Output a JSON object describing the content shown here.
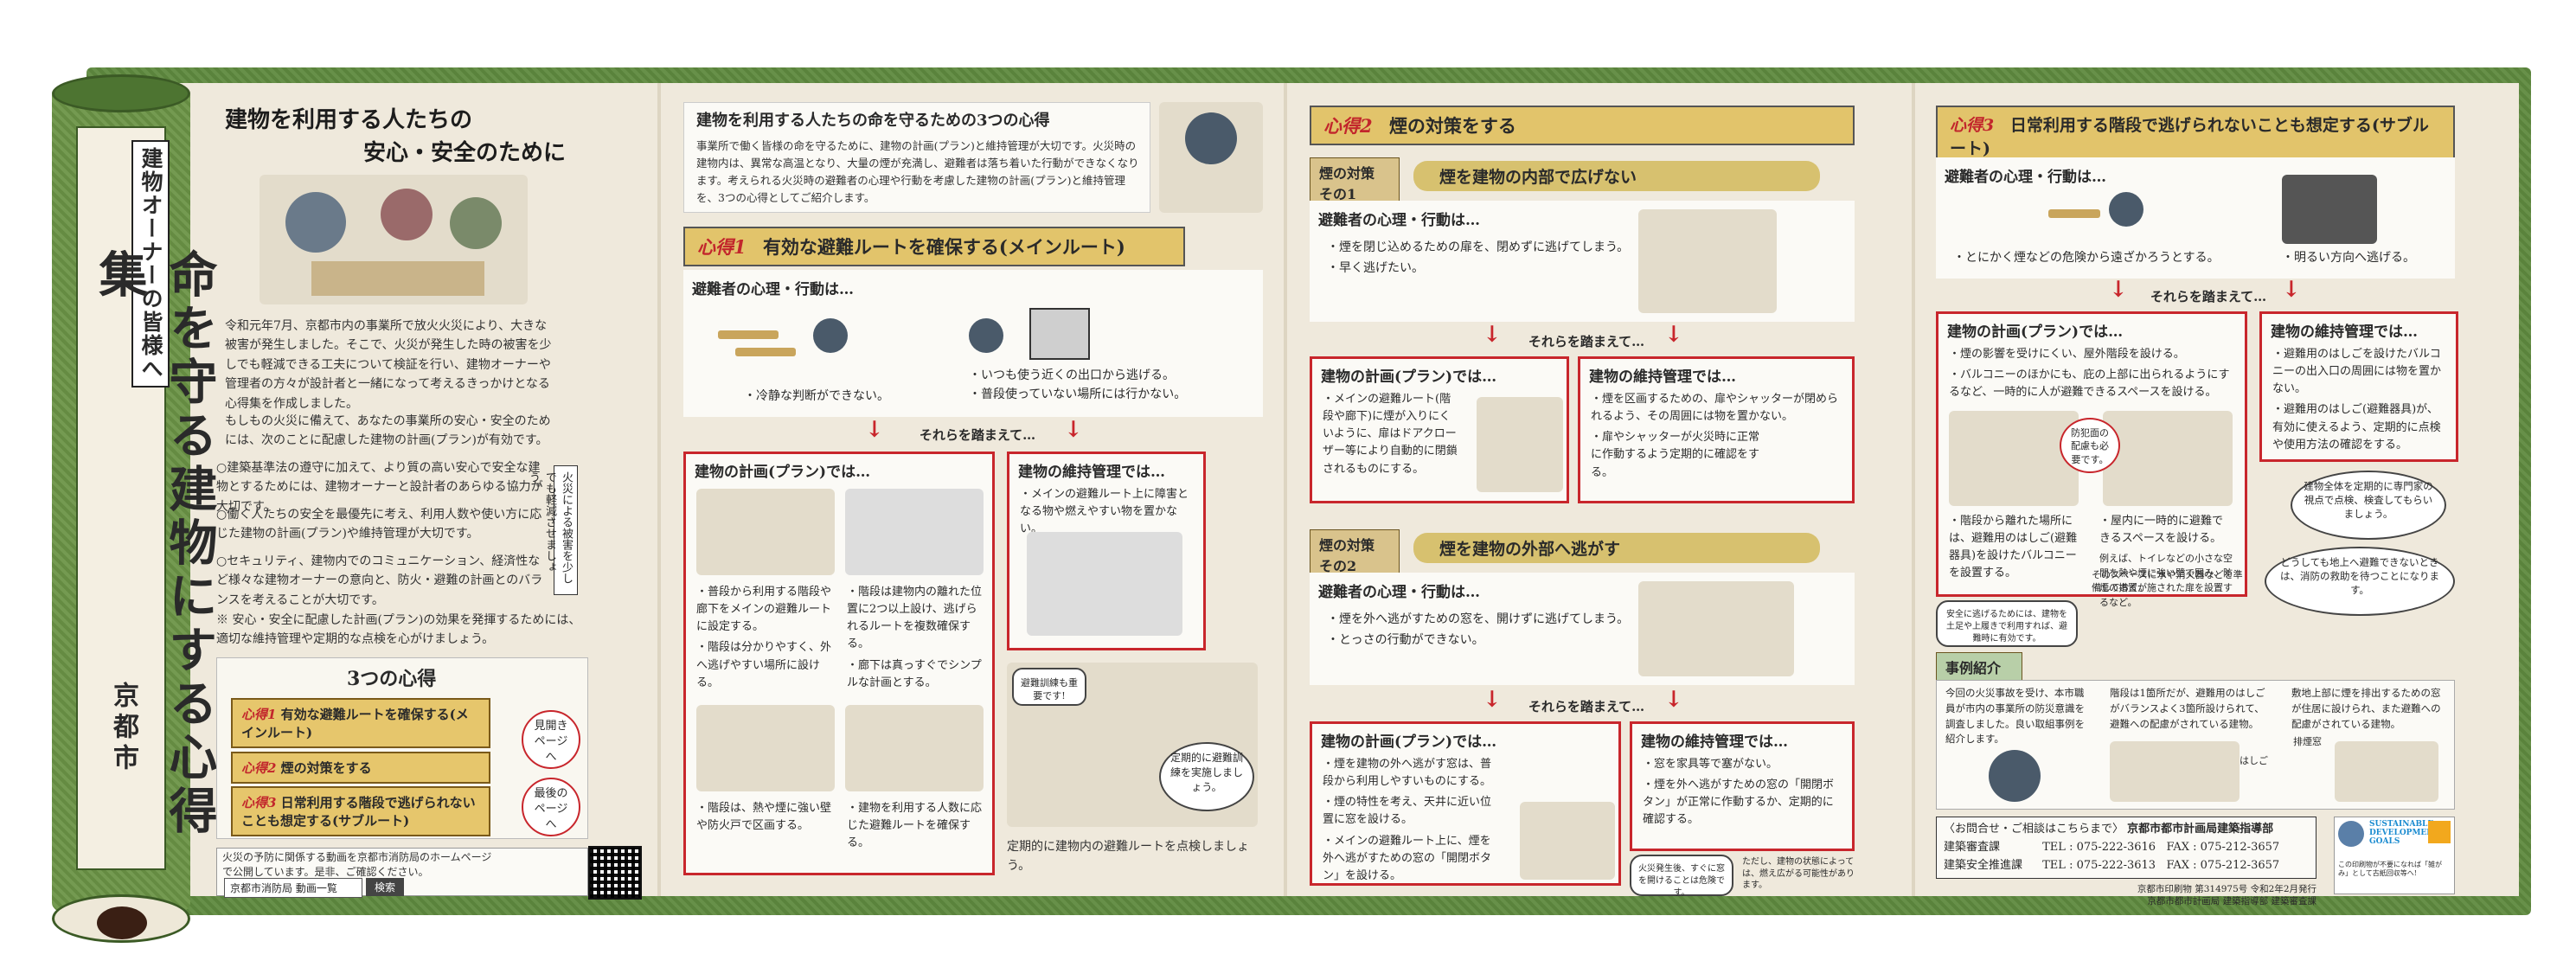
{
  "cover": {
    "subtitle": "建物オーナーの皆様へ",
    "title": "命を守る建物にする心得集",
    "city": "京都市"
  },
  "intro": {
    "heading_line1": "建物を利用する人たちの",
    "heading_line2": "安心・安全のために",
    "paragraph1": "令和元年7月、京都市内の事業所で放火火災により、大きな被害が発生しました。そこで、火災が発生した時の被害を少しでも軽減できる工夫について検証を行い、建物オーナーや管理者の方々が設計者と一緒になって考えるきっかけとなる心得集を作成しました。",
    "paragraph2": "もしもの火災に備えて、あなたの事業所の安心・安全のためには、次のことに配慮した建物の計画(プラン)が有効です。",
    "bullet1": "○建築基準法の遵守に加えて、より質の高い安心で安全な建物とするためには、建物オーナーと設計者のあらゆる協力が大切です。",
    "bullet2": "○働く人たちの安全を最優先に考え、利用人数や使い方に応じた建物の計画(プラン)や維持管理が大切です。",
    "bullet3": "○セキュリティ、建物内でのコミュニケーション、経済性など様々な建物オーナーの意向と、防火・避難の計画とのバランスを考えることが大切です。",
    "note": "※ 安心・安全に配慮した計画(プラン)の効果を発揮するためには、適切な維持管理や定期的な点検を心がけましょう。",
    "sign_text": "火災による被害を少しでも軽減させましょう。",
    "three_title": "3つの心得",
    "k1_label": "心得1",
    "k1_text": "有効な避難ルートを確保する(メインルート)",
    "k2_label": "心得2",
    "k2_text": "煙の対策をする",
    "k3_label": "心得3",
    "k3_text": "日常利用する階段で逃げられないことも想定する(サブルート)",
    "see_page": "見開きページへ",
    "see_last": "最後のページへ",
    "fire_note": "火災の予防に関係する動画を京都市消防局のホームページで公開しています。是非、ご確認ください。",
    "search_text": "京都市消防局 動画一覧",
    "search_btn": "検索"
  },
  "panel2": {
    "heading": "建物を利用する人たちの命を守るための3つの心得",
    "lead": "事業所で働く皆様の命を守るために、建物の計画(プラン)と維持管理が大切です。火災時の建物内は、異常な高温となり、大量の煙が充満し、避難者は落ち着いた行動ができなくなります。考えられる火災時の避難者の心理や行動を考慮した建物の計画(プラン)と維持管理を、3つの心得としてご紹介します。",
    "k1_label": "心得1",
    "k1_title": "有効な避難ルートを確保する(メインルート)",
    "psych_title": "避難者の心理・行動は…",
    "psych1": "・冷静な判断ができない。",
    "psych2a": "・いつも使う近くの出口から逃げる。",
    "psych2b": "・普段使っていない場所には行かない。",
    "then": "それらを踏まえて…",
    "plan_title": "建物の計画(プラン)では…",
    "plan1": "・普段から利用する階段や廊下をメインの避難ルートに設定する。",
    "plan2": "・階段は分かりやすく、外へ逃げやすい場所に設ける。",
    "plan3": "・階段は建物内の離れた位置に2つ以上設け、逃げられるルートを複数確保する。",
    "plan4": "・廊下は真っすぐでシンプルな計画とする。",
    "plan5": "・階段は、熱や煙に強い壁や防火戸で区画する。",
    "plan6": "・建物を利用する人数に応じた避難ルートを確保する。",
    "maint_title": "建物の維持管理では…",
    "maint1": "・メインの避難ルート上に障害となる物や燃えやすい物を置かない。",
    "drill_bubble": "避難訓練も重要です!",
    "drill_bubble2": "定期的に避難訓練を実施しましょう。",
    "maint2": "定期的に建物内の避難ルートを点検しましょう。"
  },
  "panel3": {
    "k2_label": "心得2",
    "k2_title": "煙の対策をする",
    "tag1": "煙の対策 その1",
    "bar1": "煙を建物の内部で広げない",
    "psych_title": "避難者の心理・行動は…",
    "psych1a": "・煙を閉じ込めるための扉を、閉めずに逃げてしまう。",
    "psych1b": "・早く逃げたい。",
    "then": "それらを踏まえて…",
    "plan_title": "建物の計画(プラン)では…",
    "plan1": "・メインの避難ルート(階段や廊下)に煙が入りにくいように、扉はドアクローザー等により自動的に閉鎖されるものにする。",
    "maint_title": "建物の維持管理では…",
    "maint1": "・煙を区画するための、扉やシャッターが閉められるよう、その周囲には物を置かない。",
    "maint2": "・扉やシャッターが火災時に正常に作動するよう定期的に確認をする。",
    "tag2": "煙の対策 その2",
    "bar2": "煙を建物の外部へ逃がす",
    "psych2a": "・煙を外へ逃がすための窓を、開けずに逃げてしまう。",
    "psych2b": "・とっさの行動ができない。",
    "plan2a": "・煙を建物の外へ逃がす窓は、普段から利用しやすいものにする。",
    "plan2b": "・煙の特性を考え、天井に近い位置に窓を設ける。",
    "plan2c": "・メインの避難ルート上に、煙を外へ逃がすための窓の「開閉ボタン」を設ける。",
    "maint3": "・窓を家具等で塞がない。",
    "maint4": "・煙を外へ逃がすための窓の「開閉ボタン」が正常に作動するか、定期的に確認する。",
    "fire_bubble": "火災発生後、すぐに窓を開けることは危険です。",
    "fire_note": "ただし、建物の状態によっては、燃え広がる可能性があります。"
  },
  "panel4": {
    "k3_label": "心得3",
    "k3_title": "日常利用する階段で逃げられないことも想定する(サブルート)",
    "psych_title": "避難者の心理・行動は…",
    "psych1": "・とにかく煙などの危険から遠ざかろうとする。",
    "psych2": "・明るい方向へ逃げる。",
    "then": "それらを踏まえて…",
    "plan_title": "建物の計画(プラン)では…",
    "plan1": "・煙の影響を受けにくい、屋外階段を設ける。",
    "plan2": "・バルコニーのほかにも、庇の上部に出られるようにするなど、一時的に人が避難できるスペースを設ける。",
    "plan3": "・階段から離れた場所には、避難用のはしご(避難器具)を設けたバルコニーを設置する。",
    "plan4": "・屋内に一時的に避難できるスペースを設ける。",
    "plan5": "例えば、トイレなどの小さな空間を熱や煙に強い壁で囲み、防煙の措置が施された扉を設置するなど。",
    "plan6": "そのスペースに水や消火器などを準備しておく。",
    "badge": "防犯面の配慮も必要です。",
    "safe_note": "安全に逃げるためには、建物を土足や上履きで利用すれば、避難時に有効です。",
    "maint_title": "建物の維持管理では…",
    "maint1": "・避難用のはしごを設けたバルコニーの出入口の周囲には物を置かない。",
    "maint2": "・避難用のはしご(避難器具)が、有効に使えるよう、定期的に点検や使用方法の確認をする。",
    "bubble1": "建物全体を定期的に専門家の視点で点検、検査してもらいましょう。",
    "bubble2": "どうしても地上へ避難できないときは、消防の救助を待つことになります。",
    "case_title": "事例紹介",
    "case1": "今回の火災事故を受け、本市職員が市内の事業所の防災意識を調査しました。良い取組事例を紹介します。",
    "case2": "階段は1箇所だが、避難用のはしごがバランスよく3箇所設けられて、避難への配慮がされている建物。",
    "case3": "敷地上部に煙を排出するための窓が住居に設けられ、また避難への配慮がされている建物。",
    "ladder": "はしご",
    "window_lbl": "排煙窓",
    "contact_title": "〈お問合せ・ご相談はこちらまで〉",
    "contact_org": "京都市都市計画局建築指導部",
    "row1_name": "建築審査課",
    "row1_tel": "TEL : 075-222-3616",
    "row1_fax": "FAX : 075-212-3657",
    "row2_name": "建築安全推進課",
    "row2_tel": "TEL : 075-222-3613",
    "row2_fax": "FAX : 075-212-3657",
    "print_note1": "京都市印刷物 第314975号 令和2年2月発行",
    "print_note2": "京都市都市計画局 建築指導部 建築審査課",
    "sdg_text": "SUSTAINABLE DEVELOPMENT GOALS",
    "sdg_note": "この印刷物が不要になれば「雑がみ」として古紙回収等へ!"
  },
  "colors": {
    "scroll_green": "#5f8a3f",
    "paper": "#efe9dc",
    "gold": "#e2c46b",
    "accent_red": "#c8262c"
  }
}
